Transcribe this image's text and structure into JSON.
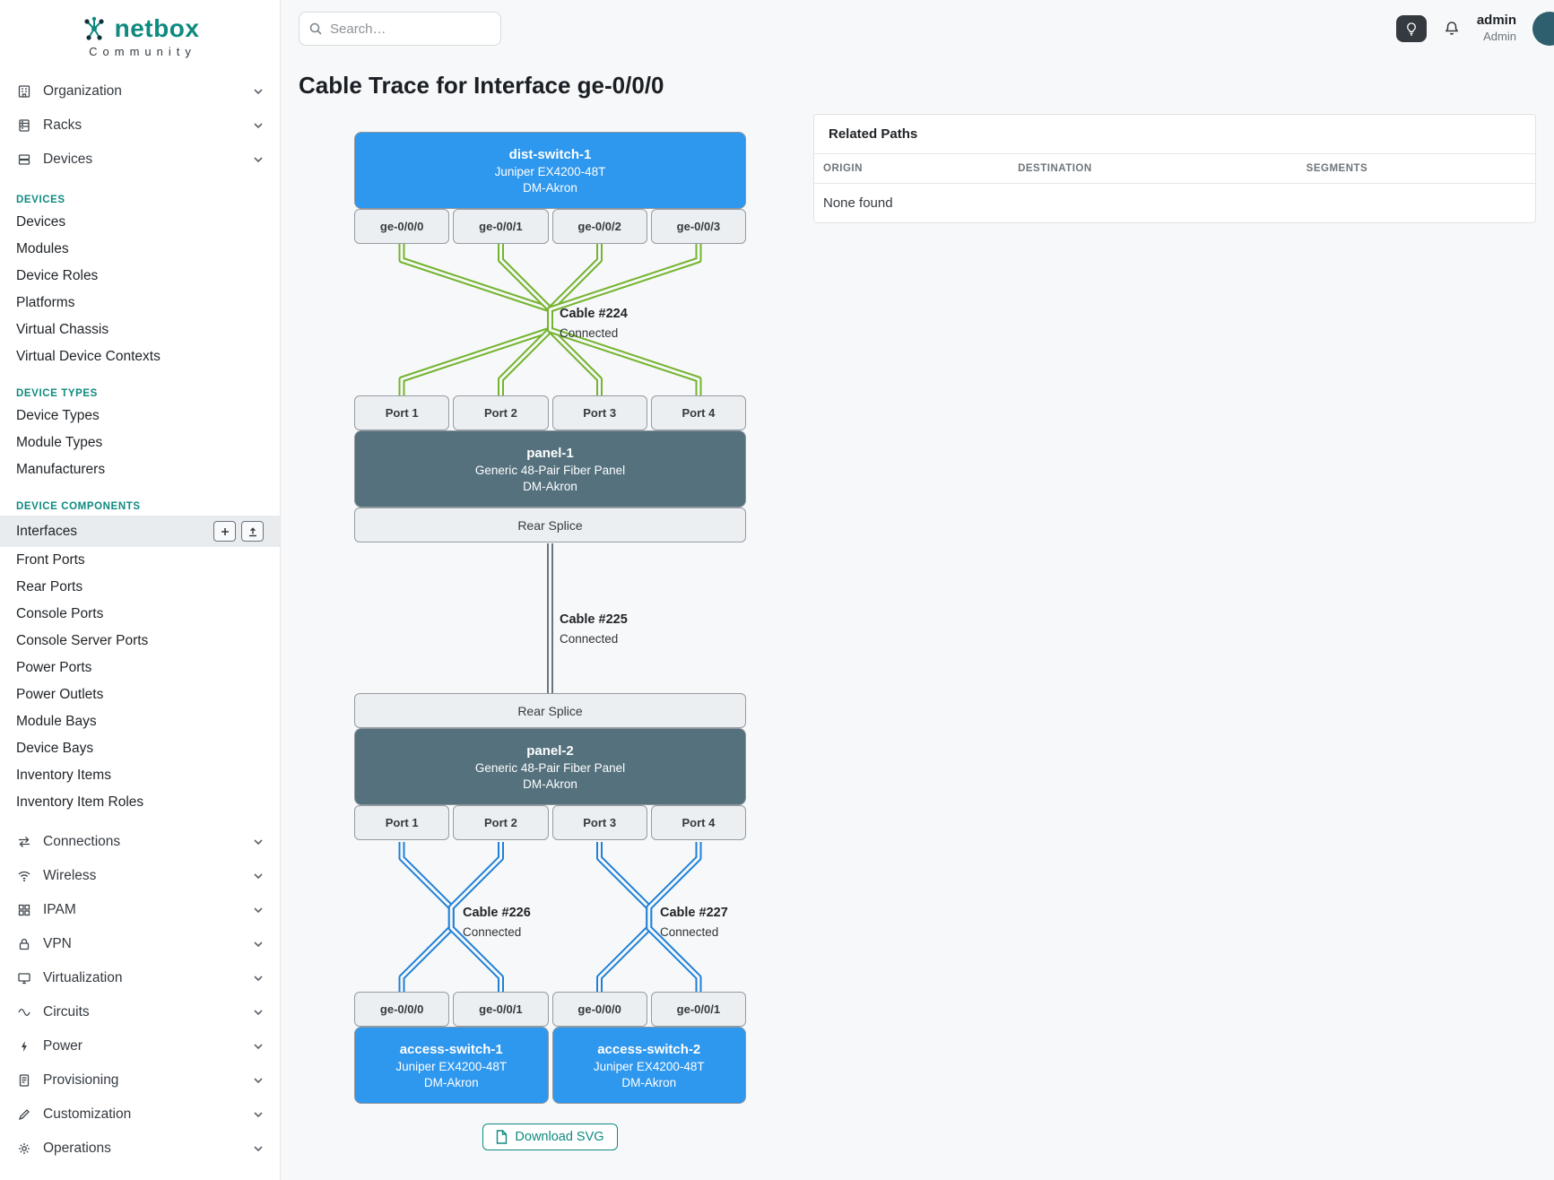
{
  "brand": {
    "name": "netbox",
    "subtitle": "Community"
  },
  "topbar": {
    "search_placeholder": "Search…",
    "user_name": "admin",
    "user_role": "Admin"
  },
  "sidebar": {
    "groups_top": [
      {
        "label": "Organization",
        "icon": "building-icon"
      },
      {
        "label": "Racks",
        "icon": "rack-icon"
      },
      {
        "label": "Devices",
        "icon": "devices-icon"
      }
    ],
    "sections": [
      {
        "title": "Devices",
        "items": [
          {
            "label": "Devices"
          },
          {
            "label": "Modules"
          },
          {
            "label": "Device Roles"
          },
          {
            "label": "Platforms"
          },
          {
            "label": "Virtual Chassis"
          },
          {
            "label": "Virtual Device Contexts"
          }
        ]
      },
      {
        "title": "Device Types",
        "items": [
          {
            "label": "Device Types"
          },
          {
            "label": "Module Types"
          },
          {
            "label": "Manufacturers"
          }
        ]
      },
      {
        "title": "Device Components",
        "items": [
          {
            "label": "Interfaces",
            "active": true
          },
          {
            "label": "Front Ports"
          },
          {
            "label": "Rear Ports"
          },
          {
            "label": "Console Ports"
          },
          {
            "label": "Console Server Ports"
          },
          {
            "label": "Power Ports"
          },
          {
            "label": "Power Outlets"
          },
          {
            "label": "Module Bays"
          },
          {
            "label": "Device Bays"
          },
          {
            "label": "Inventory Items"
          },
          {
            "label": "Inventory Item Roles"
          }
        ]
      }
    ],
    "groups_bottom": [
      {
        "label": "Connections",
        "icon": "connections-icon"
      },
      {
        "label": "Wireless",
        "icon": "wifi-icon"
      },
      {
        "label": "IPAM",
        "icon": "grid-icon"
      },
      {
        "label": "VPN",
        "icon": "lock-icon"
      },
      {
        "label": "Virtualization",
        "icon": "monitor-icon"
      },
      {
        "label": "Circuits",
        "icon": "wave-icon"
      },
      {
        "label": "Power",
        "icon": "bolt-icon"
      },
      {
        "label": "Provisioning",
        "icon": "document-icon"
      },
      {
        "label": "Customization",
        "icon": "pencil-icon"
      },
      {
        "label": "Operations",
        "icon": "gear-icon"
      }
    ]
  },
  "page": {
    "title": "Cable Trace for Interface ge-0/0/0"
  },
  "trace": {
    "top_device": {
      "name": "dist-switch-1",
      "model": "Juniper EX4200-48T",
      "site": "DM-Akron"
    },
    "top_ports": [
      "ge-0/0/0",
      "ge-0/0/1",
      "ge-0/0/2",
      "ge-0/0/3"
    ],
    "cable224": {
      "label": "Cable #224",
      "status": "Connected"
    },
    "panel1_ports": [
      "Port 1",
      "Port 2",
      "Port 3",
      "Port 4"
    ],
    "panel1": {
      "name": "panel-1",
      "model": "Generic 48-Pair Fiber Panel",
      "site": "DM-Akron"
    },
    "rear_splice_1": "Rear Splice",
    "cable225": {
      "label": "Cable #225",
      "status": "Connected"
    },
    "rear_splice_2": "Rear Splice",
    "panel2": {
      "name": "panel-2",
      "model": "Generic 48-Pair Fiber Panel",
      "site": "DM-Akron"
    },
    "panel2_ports": [
      "Port 1",
      "Port 2",
      "Port 3",
      "Port 4"
    ],
    "cable226": {
      "label": "Cable #226",
      "status": "Connected"
    },
    "cable227": {
      "label": "Cable #227",
      "status": "Connected"
    },
    "bottom_ports": [
      "ge-0/0/0",
      "ge-0/0/1",
      "ge-0/0/0",
      "ge-0/0/1"
    ],
    "access1": {
      "name": "access-switch-1",
      "model": "Juniper EX4200-48T",
      "site": "DM-Akron"
    },
    "access2": {
      "name": "access-switch-2",
      "model": "Juniper EX4200-48T",
      "site": "DM-Akron"
    },
    "download_label": "Download SVG"
  },
  "related_paths": {
    "title": "Related Paths",
    "columns": [
      "Origin",
      "Destination",
      "Segments"
    ],
    "empty_text": "None found"
  },
  "colors": {
    "accent": "#0e8a80",
    "device-blue": "#2e97ee",
    "panel-slate": "#54717d",
    "cable-green": "#74b42e",
    "cable-blue": "#1f80d8",
    "cable-gray": "#6c757d",
    "page-bg": "#f7f8f9"
  }
}
